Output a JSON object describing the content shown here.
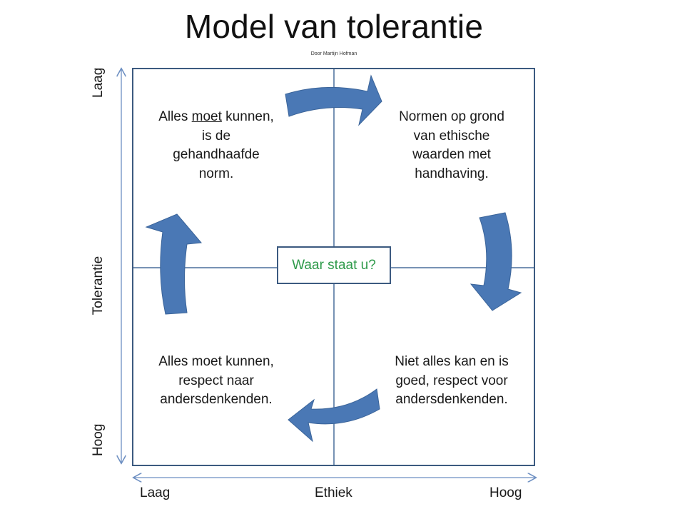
{
  "title": "Model van tolerantie",
  "subtitle": "Door Martijn Hofman",
  "quadrants": {
    "top_left": {
      "before": "Alles ",
      "underlined": "moet",
      "after": " kunnen,",
      "line2": "is de",
      "line3": "gehandhaafde",
      "line4": "norm."
    },
    "top_right": {
      "line1": "Normen op grond",
      "line2": "van ethische",
      "line3": "waarden met",
      "line4": "handhaving."
    },
    "bottom_left": {
      "line1": "Alles moet kunnen,",
      "line2": "respect naar",
      "line3": "andersdenkenden."
    },
    "bottom_right": {
      "line1": "Niet alles kan en is",
      "line2": "goed, respect voor",
      "line3": "andersdenkenden."
    }
  },
  "center_label": "Waar staat u?",
  "y_axis": {
    "name": "Tolerantie",
    "top": "Laag",
    "bottom": "Hoog"
  },
  "x_axis": {
    "name": "Ethiek",
    "left": "Laag",
    "right": "Hoog"
  },
  "colors": {
    "arrow": "#4a78b5",
    "arrow_edge": "#3b6499",
    "frame": "#3c5a80",
    "axis": "#6d8fc2",
    "center_text": "#2e9a4a"
  }
}
